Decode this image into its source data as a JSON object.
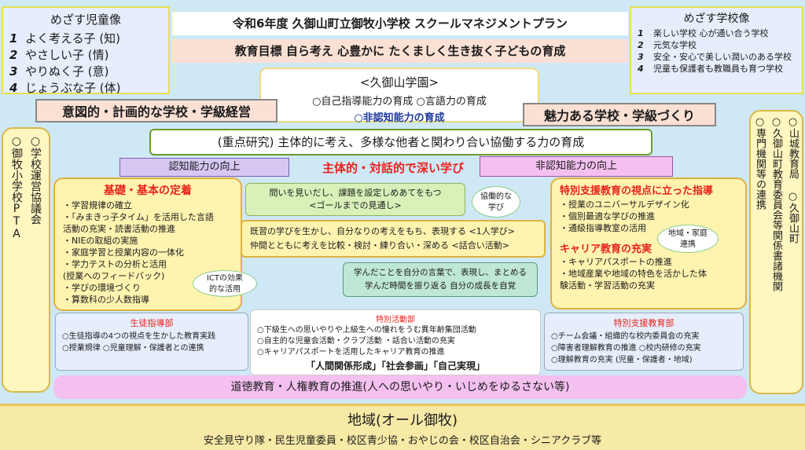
{
  "title": "令和6年度 久御山町立御牧小学校 スクールマネジメントプラン",
  "goal": "教育目標 自ら考え 心豊かに たくましく生き抜く子どもの育成",
  "child_image": {
    "heading": "めざす児童像",
    "items": [
      {
        "num": "1",
        "text": "よく考える子 (知)"
      },
      {
        "num": "2",
        "text": "やさしい子 (情)"
      },
      {
        "num": "3",
        "text": "やりぬく子 (意)"
      },
      {
        "num": "4",
        "text": "じょうぶな子 (体)"
      }
    ]
  },
  "school_image": {
    "heading": "めざす学校像",
    "items": [
      {
        "num": "1",
        "text": "楽しい学校 心が通い合う学校"
      },
      {
        "num": "2",
        "text": "元気な学校"
      },
      {
        "num": "3",
        "text": "安全・安心で美しい潤いのある学校"
      },
      {
        "num": "4",
        "text": "児童も保護者も教職員も育つ学校"
      }
    ]
  },
  "gakuen": {
    "title": "<久御山学園>",
    "line1": "○自己指導能力の育成 ○言語力の育成",
    "line2": "○非認知能力の育成"
  },
  "left_banner": "意図的・計画的な学校・学級経営",
  "right_banner": "魅力ある学校・学級づくり",
  "research": "(重点研究) 主体的に考え、多様な他者と関わり合い協働する力の育成",
  "cognitive": "認知能力の向上",
  "noncognitive": "非認知能力の向上",
  "deep_learning": "主体的・対話的で深い学び",
  "left_vertical": [
    "○学校運営協議会",
    "○御牧小学校PTA"
  ],
  "right_vertical": [
    "○専門機関等の連携",
    "○久御山町教育委員会等関係書諸機関",
    "○山城教育局 ○久御山町"
  ],
  "basics": {
    "heading": "基礎・基本の定着",
    "items": [
      "・学習規律の確立",
      "・「みまきっ子タイム」を活用した言語",
      " 活動の充実・読書活動の推進",
      "・NIEの取組の実施",
      "・家庭学習と授業内容の一体化",
      "・学力テストの分析と活用",
      " (授業へのフィードバック)",
      "・学びの環境づくり",
      "・算数科の少人数指導"
    ],
    "bubble": [
      "ICTの効果",
      "的な活用"
    ]
  },
  "center": {
    "box1": [
      "問いを見いだし、課題を設定しめあてをもつ",
      "<ゴールまでの見通し>"
    ],
    "bubble": [
      "協働的な",
      "学び"
    ],
    "box2": [
      "既習の学びを生かし、自分なりの考えをもち、表現する <1人学び>",
      "仲間とともに考えを比較・検討・練り合い・深める <話合い活動>"
    ],
    "box3": [
      "学んだことを自分の言葉で、表現し、まとめる",
      "学んだ時間を振り返る 自分の成長を自覚"
    ]
  },
  "special_support": {
    "heading": "特別支援教育の視点に立った指導",
    "items": [
      "・授業のユニバーサルデザイン化",
      "・個別最適な学びの推進",
      "・通級指導教室の活用"
    ],
    "bubble": [
      "地域・家庭",
      "連携"
    ],
    "career_heading": "キャリア教育の充実",
    "career_items": [
      "・キャリアパスポートの推進",
      "・地域産業や地域の特色を活かした体",
      " 験活動・学習活動の充実"
    ]
  },
  "guidance": {
    "heading": "生徒指導部",
    "items": [
      "○生徒指導の4つの視点を生かした教育実践",
      "○授業規律 ○児童理解・保護者との連携"
    ]
  },
  "activities": {
    "heading": "特別活動部",
    "items": [
      "○下級生への思いやりや上級生への憧れをうむ異年齢集団活動",
      "○自主的な児童会活動・クラブ活動 ・話合い活動の充実",
      "○キャリアパスポートを活用したキャリア教育の推進"
    ],
    "footer": "「人間関係形成」「社会参画」「自己実現」"
  },
  "support_dept": {
    "heading": "特別支援教育部",
    "items": [
      "○チーム会議・組織的な校内委員会の充実",
      "○障害者理解教育の推進 ○校内研修の充実",
      "○理解教育の充実 (児童・保護者・地域)"
    ]
  },
  "moral": "道徳教育・人権教育の推進(人への思いやり・いじめをゆるさない等)",
  "community": {
    "title": "地域(オール御牧)",
    "text": "安全見守り隊・民生児童委員・校区青少協・おやじの会・校区自治会・シニアクラブ等"
  },
  "colors": {
    "background": "#cfe8f6",
    "yellow_box": "#fff3b0",
    "pink_bar": "#f4c0f0",
    "red_text": "#e8241a",
    "blue_text": "#1e3a9e",
    "community": "#f7e9a6"
  }
}
